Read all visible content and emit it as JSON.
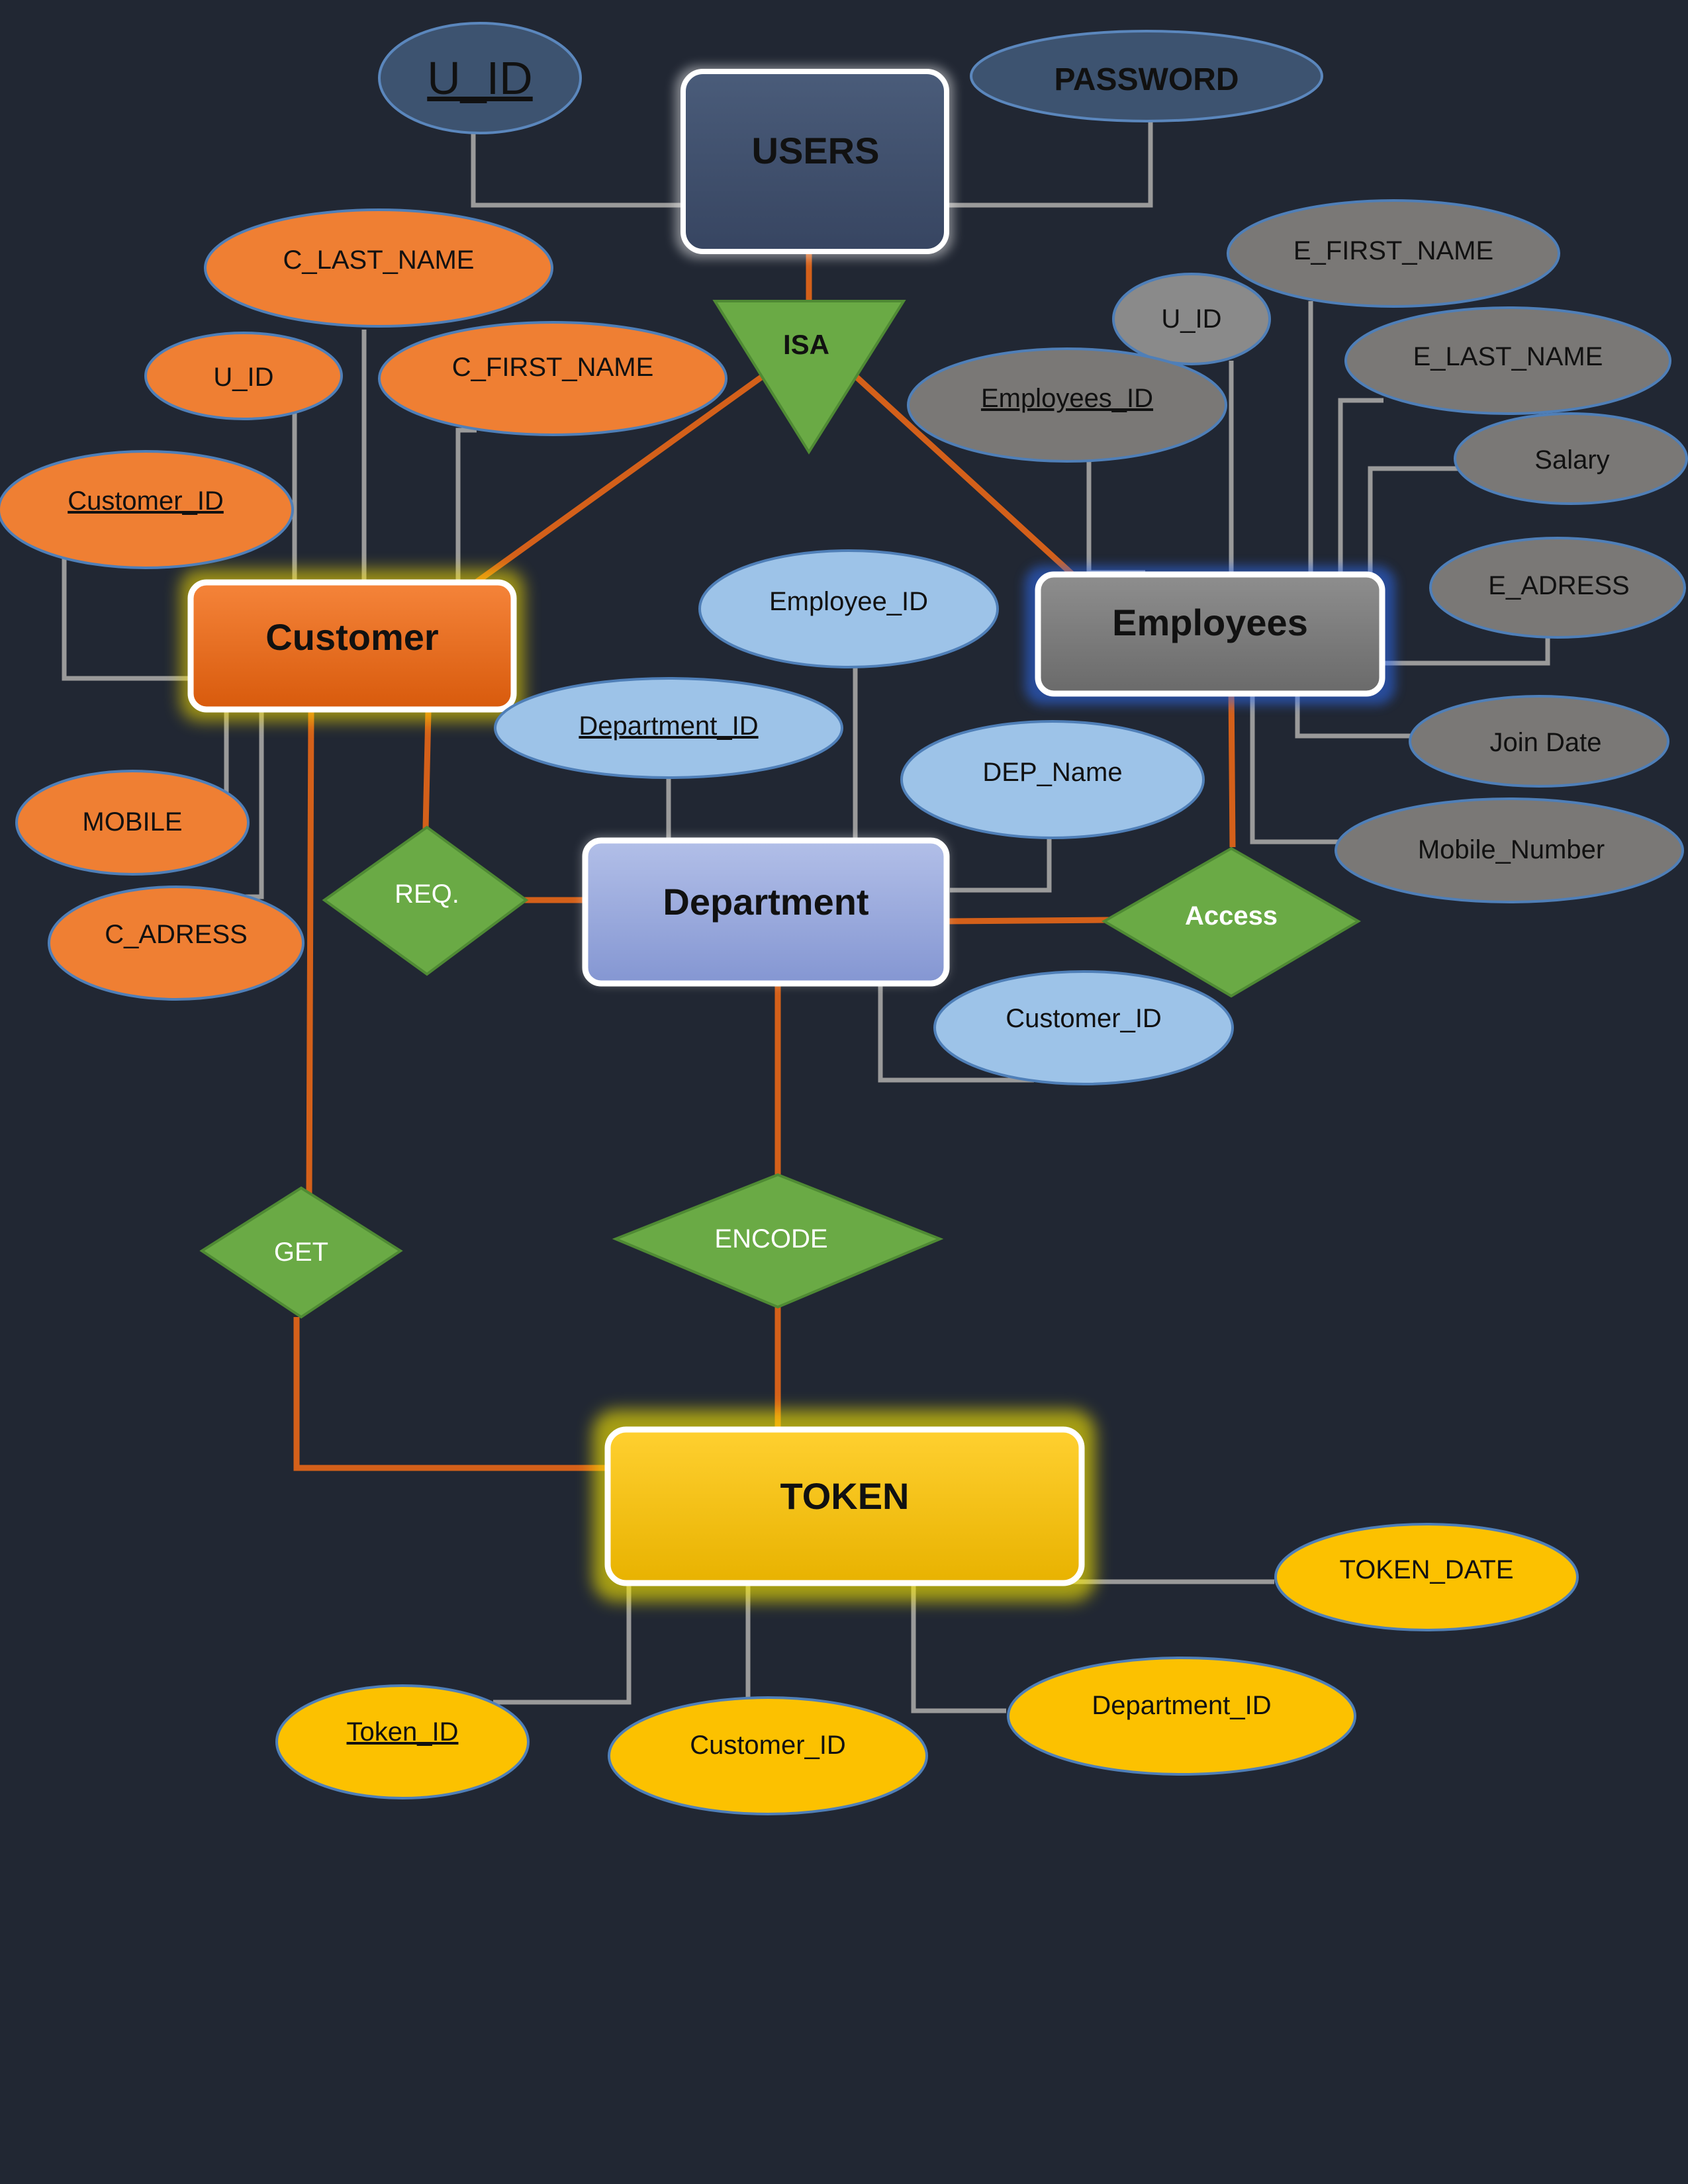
{
  "colors": {
    "background": "#212733",
    "connector_gray": "#9a9a9a",
    "connector_orange": "#d4601a",
    "users_fill": "#3f4f69",
    "customer_fill": "#ec6c16",
    "employees_fill": "#7b7b7b",
    "department_fill": "#98a8dc",
    "token_fill": "#f5c000",
    "relationship_fill": "#6aaa45",
    "attr_orange": "#ef7f33",
    "attr_gray": "#7a7876",
    "attr_blue": "#9dc3e8",
    "attr_yellow": "#fcc100",
    "attr_users": "#3d5370"
  },
  "entities": {
    "users": "USERS",
    "customer": "Customer",
    "employees": "Employees",
    "department": "Department",
    "token": "TOKEN"
  },
  "relationships": {
    "isa": "ISA",
    "req": "REQ.",
    "access": "Access",
    "get": "GET",
    "encode": "ENCODE"
  },
  "attributes": {
    "users": {
      "u_id": "U_ID",
      "password": "PASSWORD"
    },
    "customer": {
      "c_last_name": "C_LAST_NAME",
      "u_id": "U_ID",
      "c_first_name": "C_FIRST_NAME",
      "customer_id": "Customer_ID",
      "mobile": "MOBILE",
      "c_adress": "C_ADRESS"
    },
    "employees": {
      "e_first_name": "E_FIRST_NAME",
      "u_id": "U_ID",
      "e_last_name": "E_LAST_NAME",
      "employees_id": "Employees_ID",
      "salary": "Salary",
      "e_adress": "E_ADRESS",
      "join_date": "Join Date",
      "mobile_number": "Mobile_Number"
    },
    "department": {
      "employee_id": "Employee_ID",
      "department_id": "Department_ID",
      "dep_name": "DEP_Name",
      "customer_id": "Customer_ID"
    },
    "token": {
      "token_date": "TOKEN_DATE",
      "token_id": "Token_ID",
      "customer_id": "Customer_ID",
      "department_id": "Department_ID"
    }
  }
}
